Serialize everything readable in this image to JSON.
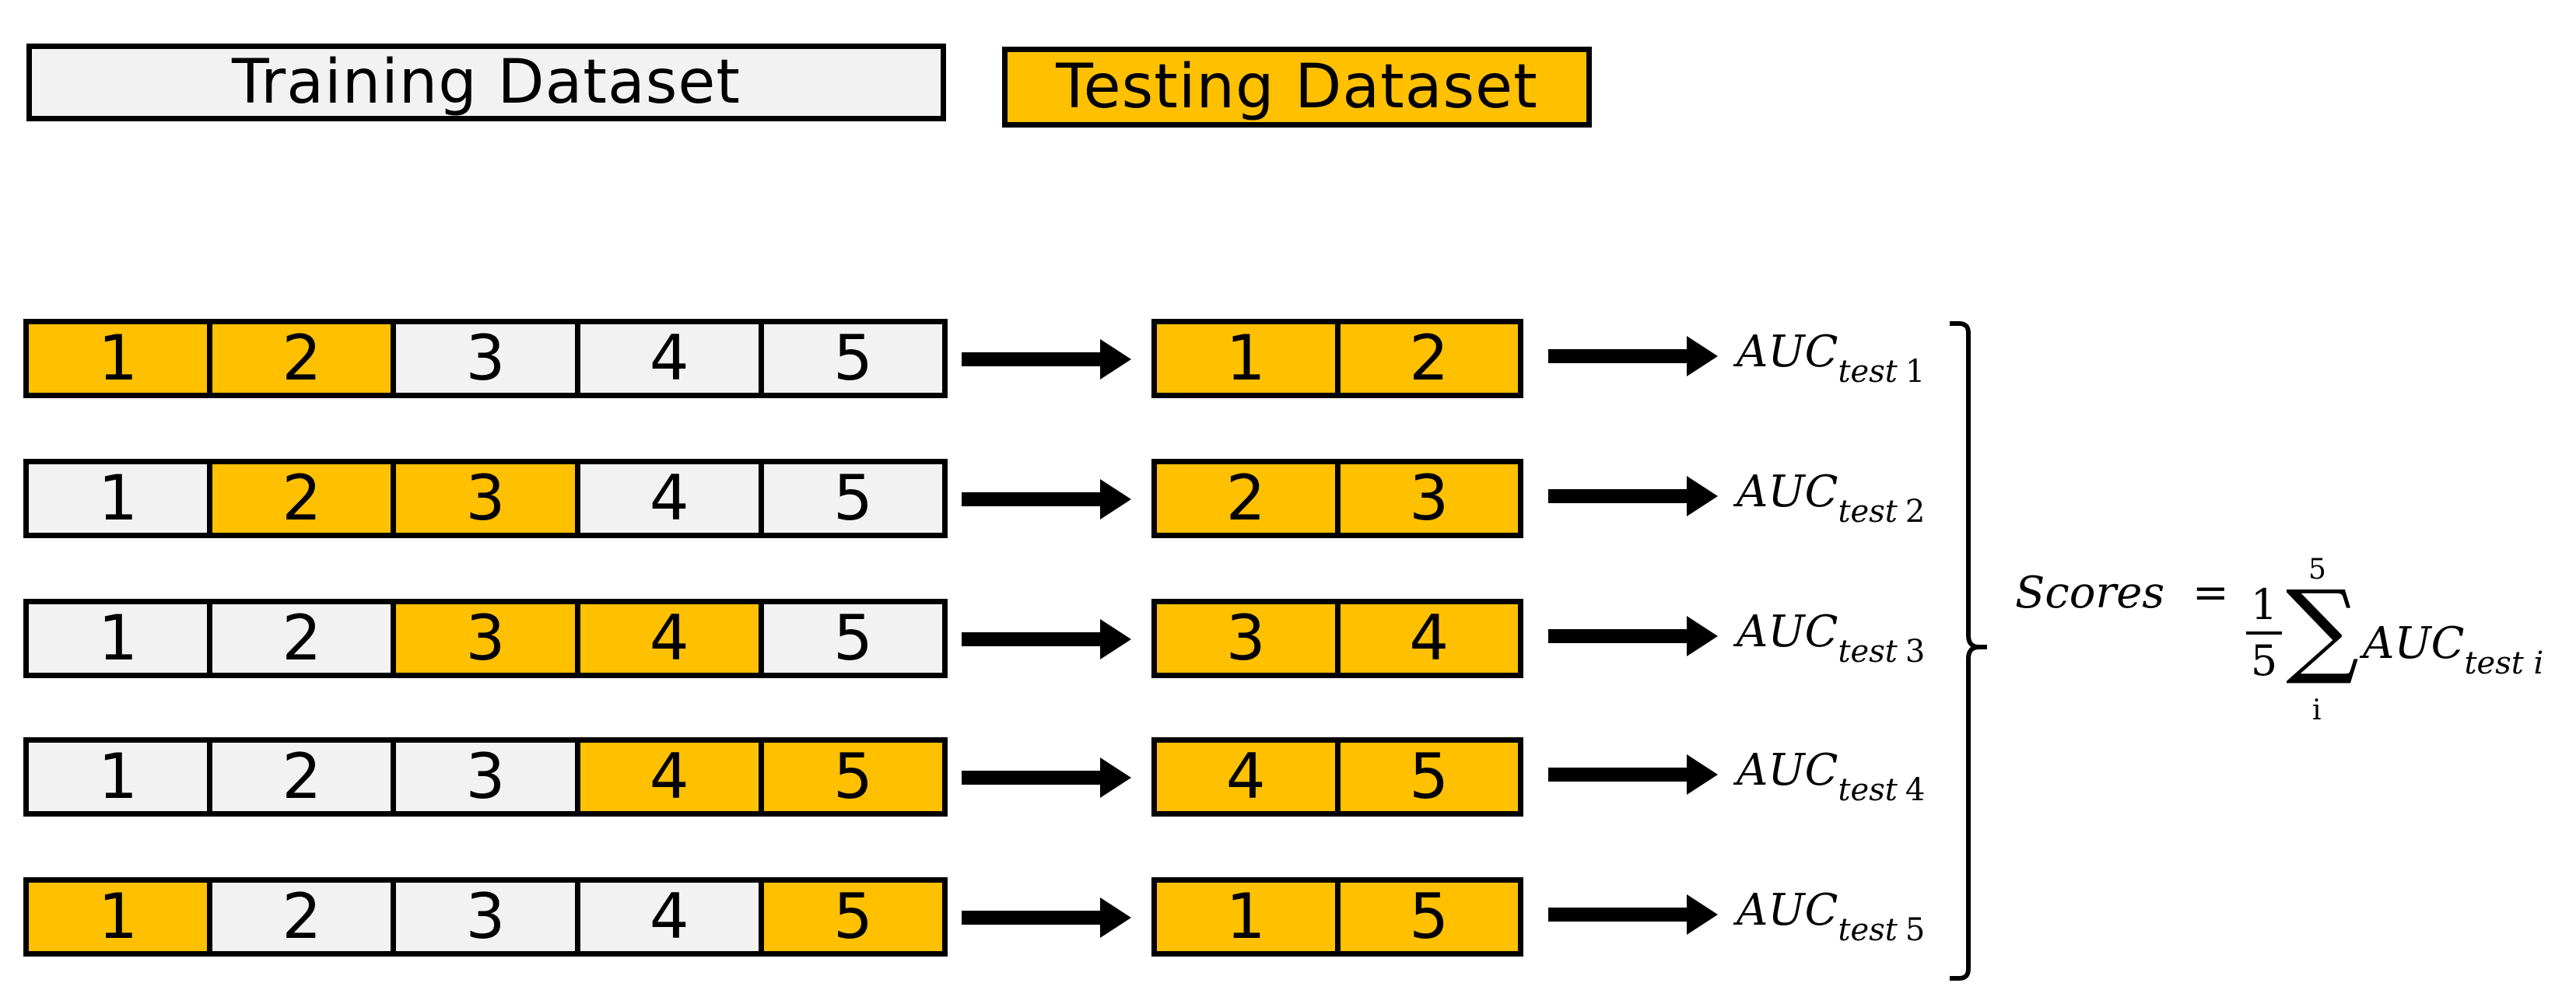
{
  "legend": {
    "training_label": "Training Dataset",
    "testing_label": "Testing Dataset"
  },
  "colors": {
    "training": "#f2f2f2",
    "testing": "#ffc000",
    "outline": "#000000"
  },
  "folds": [
    {
      "cells": [
        {
          "label": "1",
          "role": "test"
        },
        {
          "label": "2",
          "role": "test"
        },
        {
          "label": "3",
          "role": "train"
        },
        {
          "label": "4",
          "role": "train"
        },
        {
          "label": "5",
          "role": "train"
        }
      ],
      "test_pair": [
        "1",
        "2"
      ],
      "auc": {
        "main": "AUC",
        "sub": "test",
        "index": "1"
      }
    },
    {
      "cells": [
        {
          "label": "1",
          "role": "train"
        },
        {
          "label": "2",
          "role": "test"
        },
        {
          "label": "3",
          "role": "test"
        },
        {
          "label": "4",
          "role": "train"
        },
        {
          "label": "5",
          "role": "train"
        }
      ],
      "test_pair": [
        "2",
        "3"
      ],
      "auc": {
        "main": "AUC",
        "sub": "test",
        "index": "2"
      }
    },
    {
      "cells": [
        {
          "label": "1",
          "role": "train"
        },
        {
          "label": "2",
          "role": "train"
        },
        {
          "label": "3",
          "role": "test"
        },
        {
          "label": "4",
          "role": "test"
        },
        {
          "label": "5",
          "role": "train"
        }
      ],
      "test_pair": [
        "3",
        "4"
      ],
      "auc": {
        "main": "AUC",
        "sub": "test",
        "index": "3"
      }
    },
    {
      "cells": [
        {
          "label": "1",
          "role": "train"
        },
        {
          "label": "2",
          "role": "train"
        },
        {
          "label": "3",
          "role": "train"
        },
        {
          "label": "4",
          "role": "test"
        },
        {
          "label": "5",
          "role": "test"
        }
      ],
      "test_pair": [
        "4",
        "5"
      ],
      "auc": {
        "main": "AUC",
        "sub": "test",
        "index": "4"
      }
    },
    {
      "cells": [
        {
          "label": "1",
          "role": "test"
        },
        {
          "label": "2",
          "role": "train"
        },
        {
          "label": "3",
          "role": "train"
        },
        {
          "label": "4",
          "role": "train"
        },
        {
          "label": "5",
          "role": "test"
        }
      ],
      "test_pair": [
        "1",
        "5"
      ],
      "auc": {
        "main": "AUC",
        "sub": "test",
        "index": "5"
      }
    }
  ],
  "formula": {
    "lhs": "Scores",
    "equals": "=",
    "fraction_numerator": "1",
    "fraction_denominator": "5",
    "sum_symbol": "∑",
    "sum_upper": "5",
    "sum_lower": "i",
    "term_main": "AUC",
    "term_sub": "test i"
  }
}
